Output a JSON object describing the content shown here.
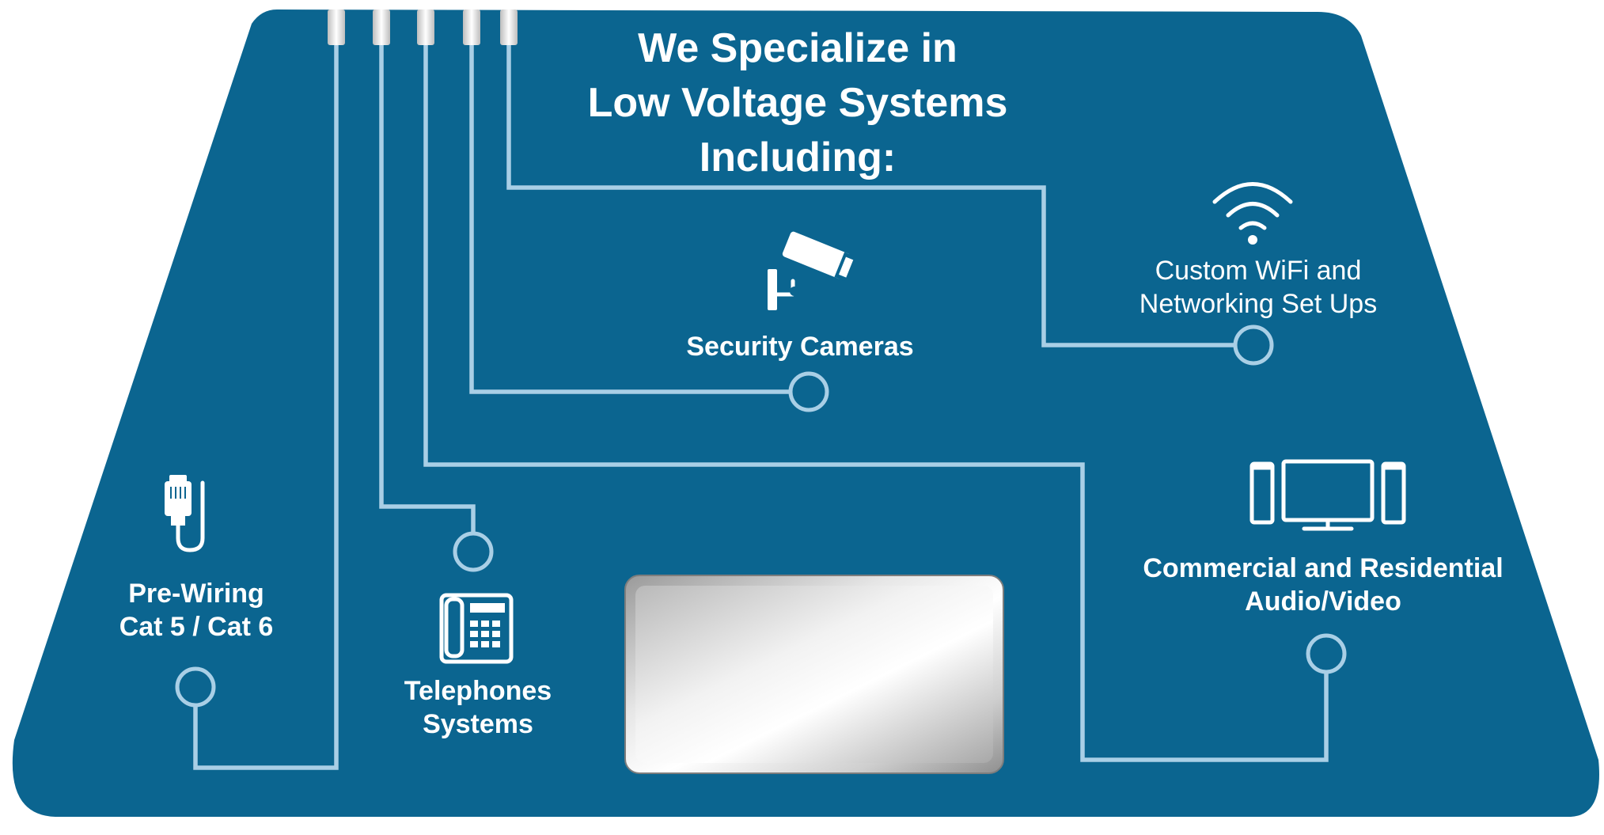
{
  "title": {
    "line1": "We Specialize in",
    "line2": "Low Voltage Systems",
    "line3": "Including:"
  },
  "services": {
    "prewiring": {
      "line1": "Pre-Wiring",
      "line2": "Cat 5 / Cat 6",
      "icon": "ethernet-cable-icon"
    },
    "telephones": {
      "line1": "Telephones",
      "line2": "Systems",
      "icon": "desk-phone-icon"
    },
    "cameras": {
      "line1": "Security Cameras",
      "icon": "security-camera-icon"
    },
    "wifi": {
      "line1": "Custom WiFi and",
      "line2": "Networking Set Ups",
      "icon": "wifi-icon"
    },
    "audio_video": {
      "line1": "Commercial and Residential",
      "line2": "Audio/Video",
      "icon": "tv-speakers-icon"
    }
  },
  "colors": {
    "panel": "#0b6590",
    "wire": "#a9cfe6",
    "text": "#ffffff",
    "plate": "#d8d8d8"
  }
}
